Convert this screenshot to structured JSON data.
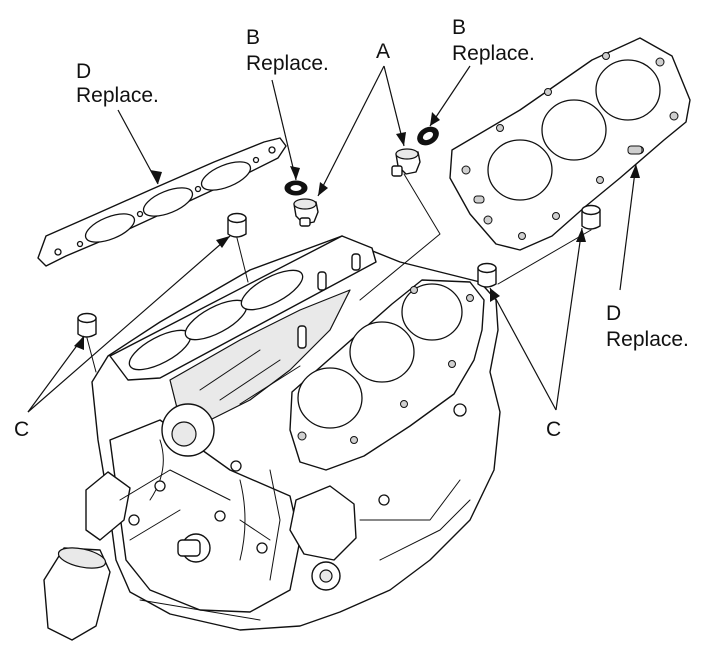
{
  "callouts": {
    "d_left": {
      "letter": "D",
      "note": "Replace."
    },
    "b_left": {
      "letter": "B",
      "note": "Replace."
    },
    "a_top": {
      "letter": "A"
    },
    "b_right": {
      "letter": "B",
      "note": "Replace."
    },
    "d_right": {
      "letter": "D",
      "note": "Replace."
    },
    "c_left": {
      "letter": "C"
    },
    "c_right": {
      "letter": "C"
    }
  },
  "colors": {
    "line": "#111111",
    "background": "#ffffff",
    "shade": "#e9e9e9"
  }
}
